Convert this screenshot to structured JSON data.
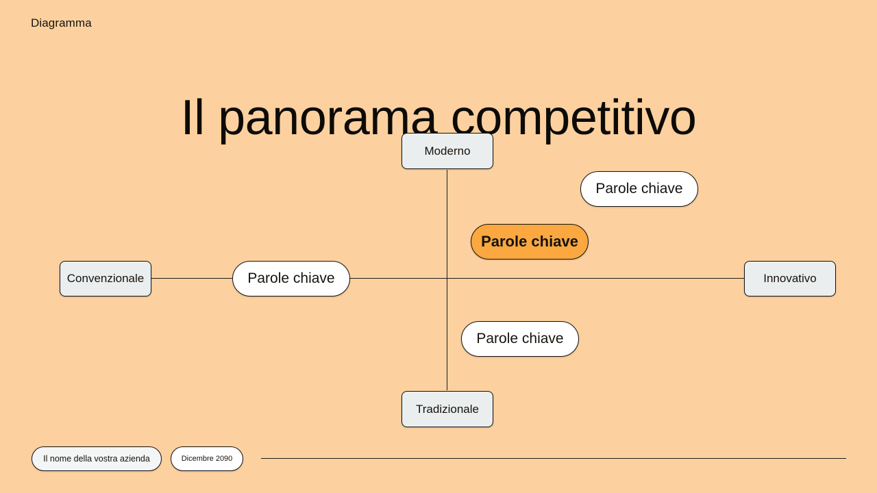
{
  "header": {
    "kicker": "Diagramma",
    "title": "Il panorama competitivo"
  },
  "diagram": {
    "axes": {
      "vertical": {
        "top_label": "Moderno",
        "bottom_label": "Tradizionale"
      },
      "horizontal": {
        "left_label": "Convenzionale",
        "right_label": "Innovativo"
      }
    },
    "nodes": [
      {
        "id": "moderno",
        "label": "Moderno",
        "style": "axis-box",
        "quadrant": "top"
      },
      {
        "id": "tradizionale",
        "label": "Tradizionale",
        "style": "axis-box",
        "quadrant": "bottom"
      },
      {
        "id": "convenzionale",
        "label": "Convenzionale",
        "style": "axis-box",
        "quadrant": "left"
      },
      {
        "id": "innovativo",
        "label": "Innovativo",
        "style": "axis-box",
        "quadrant": "right"
      },
      {
        "id": "kw-left",
        "label": "Parole chiave",
        "style": "pill",
        "quadrant": "center-left"
      },
      {
        "id": "kw-top",
        "label": "Parole chiave",
        "style": "pill",
        "quadrant": "top-right"
      },
      {
        "id": "kw-accent",
        "label": "Parole chiave",
        "style": "pill-accent",
        "quadrant": "top-right"
      },
      {
        "id": "kw-bottom",
        "label": "Parole chiave",
        "style": "pill",
        "quadrant": "bottom-right"
      }
    ]
  },
  "footer": {
    "company": "Il nome della vostra azienda",
    "date": "Dicembre 2090"
  },
  "colors": {
    "background": "#fcd19f",
    "accent": "#faa83f",
    "box_fill": "#ebeeee",
    "pill_fill": "#ffffff",
    "stroke": "#111111",
    "text": "#15120e"
  }
}
